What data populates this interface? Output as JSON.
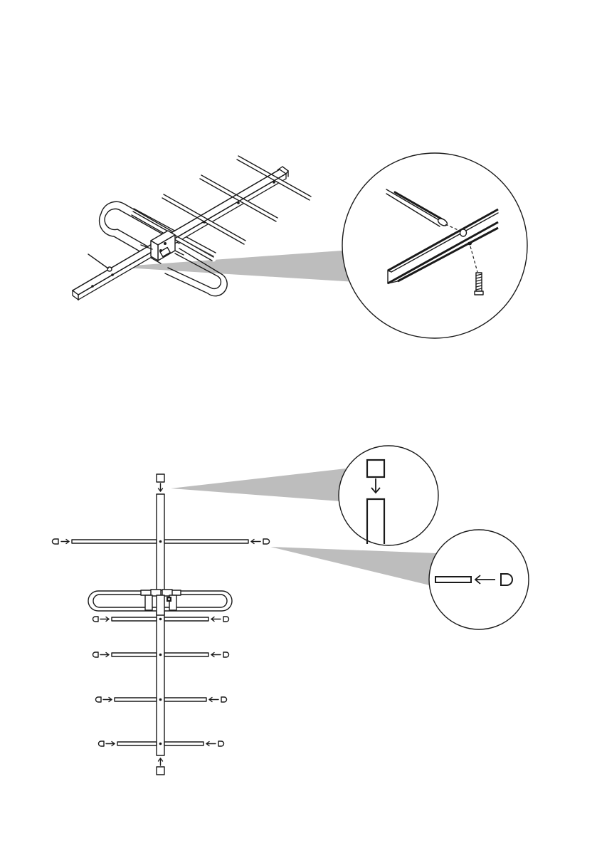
{
  "document": {
    "figures": [
      {
        "id": "fig-boom-bolt",
        "icons": [
          "antenna-boom-icon",
          "bolt-detail-icon"
        ],
        "elements_count": 5
      },
      {
        "id": "fig-end-caps",
        "icons": [
          "antenna-top-view-icon",
          "square-cap-detail-icon",
          "round-cap-detail-icon"
        ],
        "elements_count": 5
      }
    ],
    "colors": {
      "line": "#1a1a1a",
      "callout_fill": "#bdbdbd",
      "background": "#ffffff"
    }
  }
}
